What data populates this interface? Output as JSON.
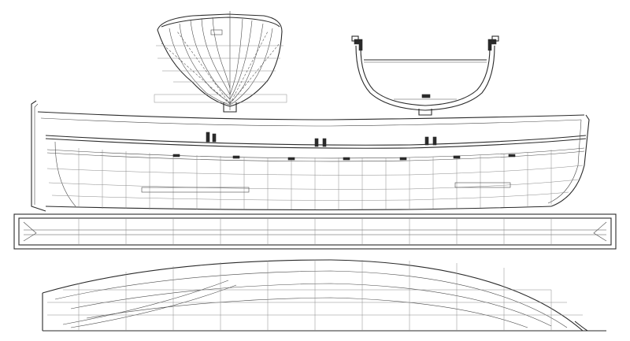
{
  "drawing": {
    "ink_color": "#2a2a2a",
    "paper_color": "#ffffff",
    "views": [
      "body-plan",
      "midship-section",
      "sheer-profile",
      "keel-plan",
      "half-breadth-plan"
    ]
  }
}
